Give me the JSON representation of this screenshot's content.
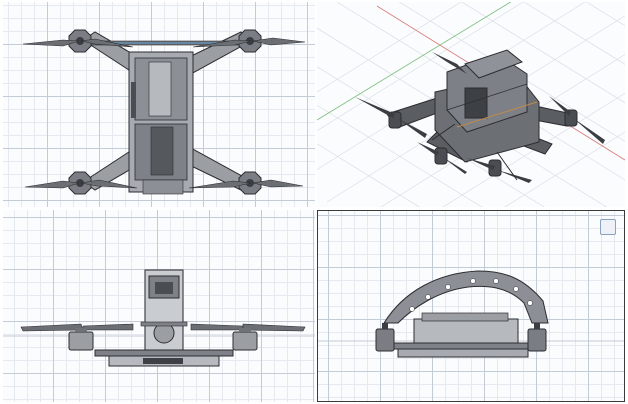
{
  "app": {
    "layout": "quad-viewport",
    "colors": {
      "grid_major": "#c3cbd6",
      "grid_minor": "#e6eaf0",
      "grid_red": "#d97a7a",
      "grid_green": "#7fbf7f",
      "model_fill": "#9b9ea3",
      "model_dark": "#5a5d62",
      "model_outline": "#2b2d30",
      "viewport_border": "#3a3a3a"
    }
  },
  "viewports": [
    {
      "id": "top",
      "view": "top"
    },
    {
      "id": "perspective",
      "view": "perspective"
    },
    {
      "id": "front",
      "view": "front"
    },
    {
      "id": "right",
      "view": "right",
      "active": true
    }
  ],
  "viewcube": {
    "icon": "viewcube-icon",
    "face_label": ""
  }
}
